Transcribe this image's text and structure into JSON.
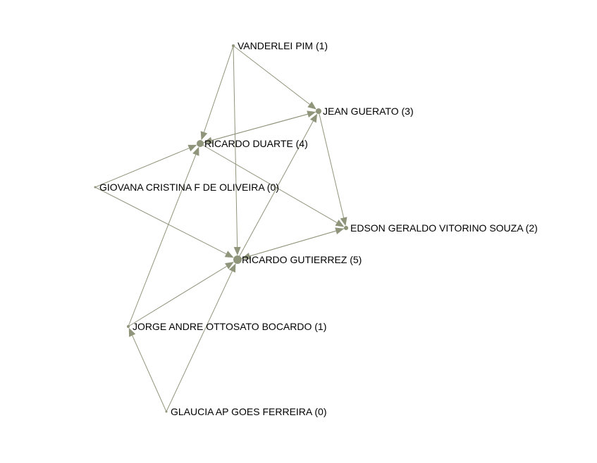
{
  "graph": {
    "colors": {
      "edge": "#8f957a",
      "node": "#8f957a",
      "label": "#000000"
    },
    "nodes": [
      {
        "id": "vanderlei",
        "label": "VANDERLEI PIM (1)",
        "degree": 1
      },
      {
        "id": "jean",
        "label": "JEAN GUERATO (3)",
        "degree": 3
      },
      {
        "id": "ricardo_duarte",
        "label": "RICARDO DUARTE (4)",
        "degree": 4
      },
      {
        "id": "giovana",
        "label": "GIOVANA CRISTINA F DE OLIVEIRA (0)",
        "degree": 0
      },
      {
        "id": "edson",
        "label": "EDSON GERALDO VITORINO SOUZA (2)",
        "degree": 2
      },
      {
        "id": "ricardo_gutierrez",
        "label": "RICARDO GUTIERREZ (5)",
        "degree": 5
      },
      {
        "id": "jorge",
        "label": "JORGE ANDRE OTTOSATO BOCARDO (1)",
        "degree": 1
      },
      {
        "id": "glaucia",
        "label": "GLAUCIA AP GOES FERREIRA (0)",
        "degree": 0
      }
    ],
    "edges": [
      {
        "from": "vanderlei",
        "to": "ricardo_duarte"
      },
      {
        "from": "vanderlei",
        "to": "ricardo_gutierrez"
      },
      {
        "from": "vanderlei",
        "to": "jean"
      },
      {
        "from": "jean",
        "to": "ricardo_duarte"
      },
      {
        "from": "ricardo_duarte",
        "to": "jean"
      },
      {
        "from": "jean",
        "to": "edson"
      },
      {
        "from": "ricardo_duarte",
        "to": "edson"
      },
      {
        "from": "giovana",
        "to": "ricardo_duarte"
      },
      {
        "from": "giovana",
        "to": "ricardo_gutierrez"
      },
      {
        "from": "ricardo_gutierrez",
        "to": "jean"
      },
      {
        "from": "ricardo_gutierrez",
        "to": "edson"
      },
      {
        "from": "edson",
        "to": "ricardo_gutierrez"
      },
      {
        "from": "jorge",
        "to": "ricardo_duarte"
      },
      {
        "from": "jorge",
        "to": "ricardo_gutierrez"
      },
      {
        "from": "glaucia",
        "to": "jorge"
      },
      {
        "from": "glaucia",
        "to": "ricardo_gutierrez"
      }
    ]
  }
}
